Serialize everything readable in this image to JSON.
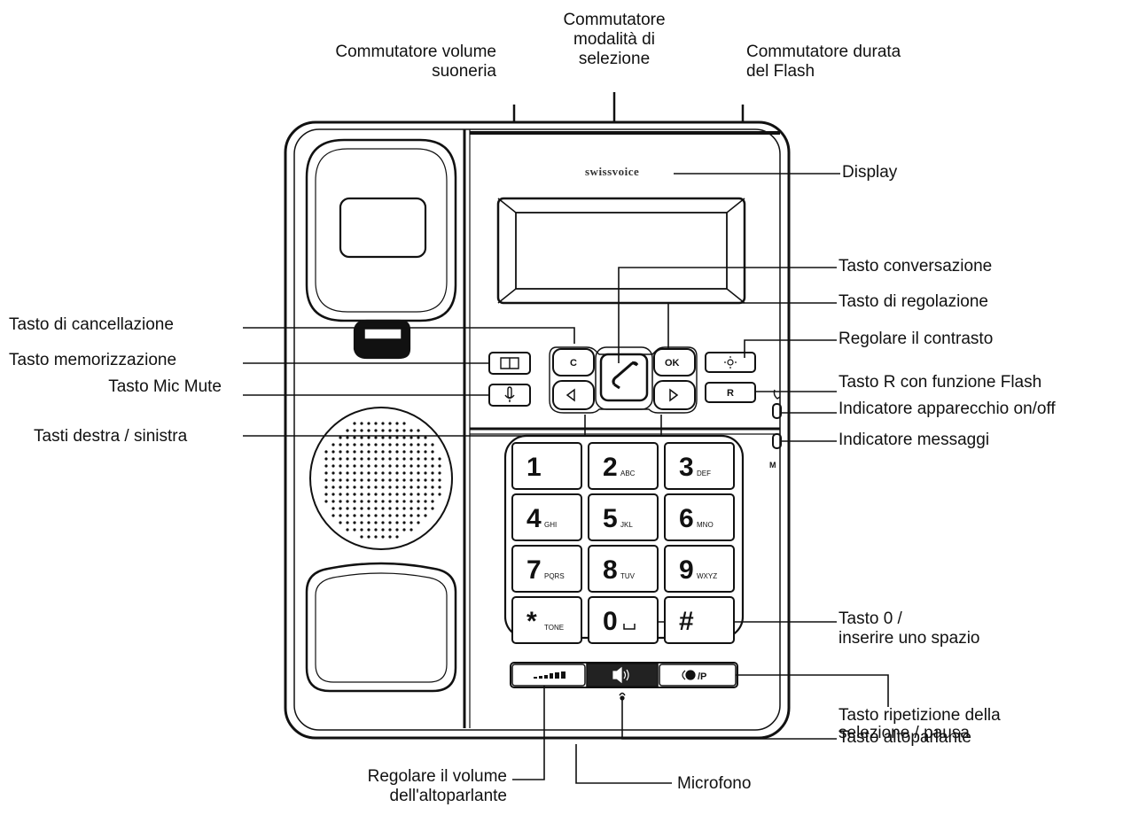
{
  "brand": "swissvoice",
  "labels": {
    "ringer_volume": [
      "Commutatore volume",
      "suoneria"
    ],
    "dial_mode": [
      "Commutatore",
      "modalità di",
      "selezione"
    ],
    "flash_duration": [
      "Commutatore durata",
      "del Flash"
    ],
    "display": "Display",
    "talk_key": "Tasto conversazione",
    "settings_key": "Tasto di regolazione",
    "contrast": "Regolare il contrasto",
    "r_key": "Tasto R con funzione Flash",
    "power_indicator": "Indicatore apparecchio on/off",
    "message_indicator": "Indicatore messaggi",
    "delete_key": "Tasto di cancellazione",
    "memory_key": "Tasto memorizzazione",
    "mic_mute_key": "Tasto Mic Mute",
    "left_right_keys": "Tasti destra / sinistra",
    "zero_key": [
      "Tasto 0 /",
      "inserire uno spazio"
    ],
    "redial_key": [
      "Tasto ripetizione della",
      "selezione / pausa"
    ],
    "speaker_key": "Tasto altoparlante",
    "speaker_volume": [
      "Regolare il volume",
      "dell'altoparlante"
    ],
    "microphone": "Microfono"
  },
  "buttons": {
    "c": "C",
    "ok": "OK",
    "r": "R",
    "redial": "/P"
  },
  "keypad": [
    {
      "main": "1",
      "sub": ""
    },
    {
      "main": "2",
      "sub": "ABC"
    },
    {
      "main": "3",
      "sub": "DEF"
    },
    {
      "main": "4",
      "sub": "GHI"
    },
    {
      "main": "5",
      "sub": "JKL"
    },
    {
      "main": "6",
      "sub": "MNO"
    },
    {
      "main": "7",
      "sub": "PQRS"
    },
    {
      "main": "8",
      "sub": "TUV"
    },
    {
      "main": "9",
      "sub": "WXYZ"
    },
    {
      "main": "*",
      "sub": "TONE"
    },
    {
      "main": "0",
      "sub": ""
    },
    {
      "main": "#",
      "sub": ""
    }
  ],
  "side_marks": {
    "message": "M"
  }
}
